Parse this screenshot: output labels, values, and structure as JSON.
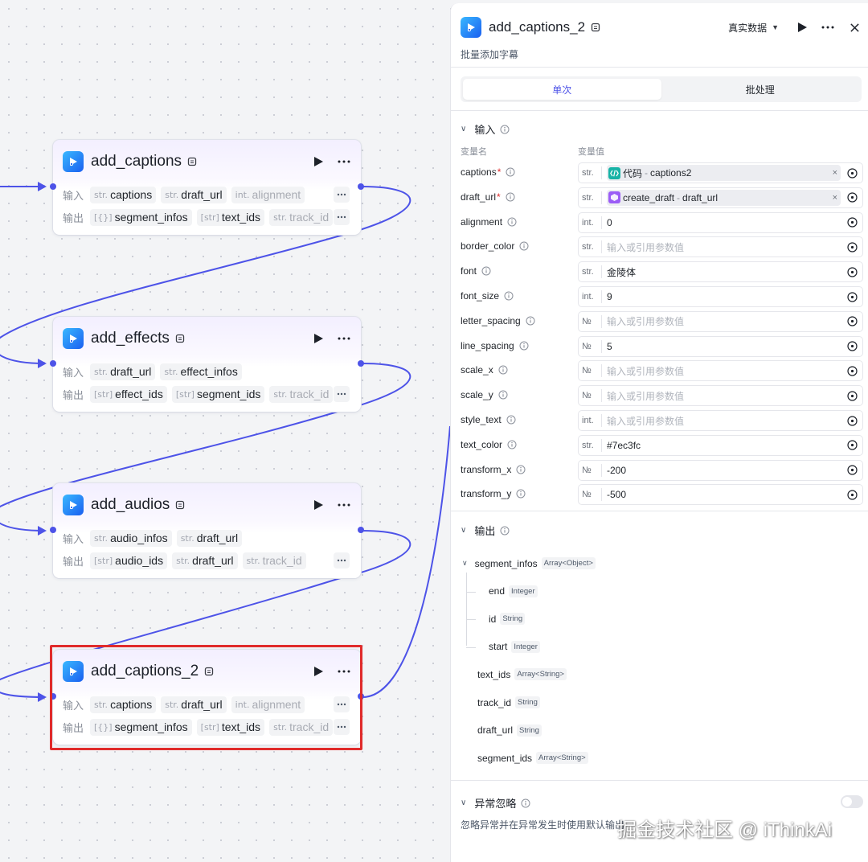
{
  "canvas": {
    "nodes": [
      {
        "title": "add_captions",
        "input_label": "输入",
        "output_label": "输出",
        "inputs": [
          {
            "type": "str.",
            "name": "captions"
          },
          {
            "type": "str.",
            "name": "draft_url"
          },
          {
            "type": "int.",
            "name": "alignment"
          }
        ],
        "outputs": [
          {
            "type": "[{}]",
            "name": "segment_infos"
          },
          {
            "type": "[str]",
            "name": "text_ids"
          },
          {
            "type": "str.",
            "name": "track_id"
          }
        ]
      },
      {
        "title": "add_effects",
        "input_label": "输入",
        "output_label": "输出",
        "inputs": [
          {
            "type": "str.",
            "name": "draft_url"
          },
          {
            "type": "str.",
            "name": "effect_infos"
          }
        ],
        "outputs": [
          {
            "type": "[str]",
            "name": "effect_ids"
          },
          {
            "type": "[str]",
            "name": "segment_ids"
          },
          {
            "type": "str.",
            "name": "track_id"
          }
        ]
      },
      {
        "title": "add_audios",
        "input_label": "输入",
        "output_label": "输出",
        "inputs": [
          {
            "type": "str.",
            "name": "audio_infos"
          },
          {
            "type": "str.",
            "name": "draft_url"
          }
        ],
        "outputs": [
          {
            "type": "[str]",
            "name": "audio_ids"
          },
          {
            "type": "str.",
            "name": "draft_url"
          },
          {
            "type": "str.",
            "name": "track_id"
          }
        ]
      },
      {
        "title": "add_captions_2",
        "input_label": "输入",
        "output_label": "输出",
        "inputs": [
          {
            "type": "str.",
            "name": "captions"
          },
          {
            "type": "str.",
            "name": "draft_url"
          },
          {
            "type": "int.",
            "name": "alignment"
          }
        ],
        "outputs": [
          {
            "type": "[{}]",
            "name": "segment_infos"
          },
          {
            "type": "[str]",
            "name": "text_ids"
          },
          {
            "type": "str.",
            "name": "track_id"
          }
        ]
      }
    ]
  },
  "panel": {
    "title": "add_captions_2",
    "description": "批量添加字幕",
    "mode": "真实数据",
    "tabs": [
      "单次",
      "批处理"
    ],
    "input_section": {
      "title": "输入",
      "col_name": "变量名",
      "col_value": "变量值",
      "placeholder": "输入或引用参数值",
      "params": [
        {
          "name": "captions",
          "required": true,
          "type": "str.",
          "ref": {
            "source": "代码",
            "field": "captions2",
            "color": "#17b3a6"
          }
        },
        {
          "name": "draft_url",
          "required": true,
          "type": "str.",
          "ref": {
            "source": "create_draft",
            "field": "draft_url",
            "color": "#9b5cf6"
          }
        },
        {
          "name": "alignment",
          "type": "int.",
          "value": "0"
        },
        {
          "name": "border_color",
          "type": "str.",
          "value": ""
        },
        {
          "name": "font",
          "type": "str.",
          "value": "金陵体"
        },
        {
          "name": "font_size",
          "type": "int.",
          "value": "9"
        },
        {
          "name": "letter_spacing",
          "type": "№",
          "value": ""
        },
        {
          "name": "line_spacing",
          "type": "№",
          "value": "5"
        },
        {
          "name": "scale_x",
          "type": "№",
          "value": ""
        },
        {
          "name": "scale_y",
          "type": "№",
          "value": ""
        },
        {
          "name": "style_text",
          "type": "int.",
          "value": ""
        },
        {
          "name": "text_color",
          "type": "str.",
          "value": "#7ec3fc"
        },
        {
          "name": "transform_x",
          "type": "№",
          "value": "-200"
        },
        {
          "name": "transform_y",
          "type": "№",
          "value": "-500"
        }
      ]
    },
    "output_section": {
      "title": "输出",
      "items": [
        {
          "name": "segment_infos",
          "type": "Array<Object>",
          "children": [
            {
              "name": "end",
              "type": "Integer"
            },
            {
              "name": "id",
              "type": "String"
            },
            {
              "name": "start",
              "type": "Integer"
            }
          ]
        },
        {
          "name": "text_ids",
          "type": "Array<String>"
        },
        {
          "name": "track_id",
          "type": "String"
        },
        {
          "name": "draft_url",
          "type": "String"
        },
        {
          "name": "segment_ids",
          "type": "Array<String>"
        }
      ]
    },
    "exception_section": {
      "title": "异常忽略",
      "description": "忽略异常并在异常发生时使用默认输出",
      "enabled": false
    }
  },
  "watermark": "掘金技术社区 @ iThinkAi",
  "colors": {
    "accent": "#4d53e8",
    "wire": "#4d53e8",
    "selection": "#e02b2b"
  }
}
